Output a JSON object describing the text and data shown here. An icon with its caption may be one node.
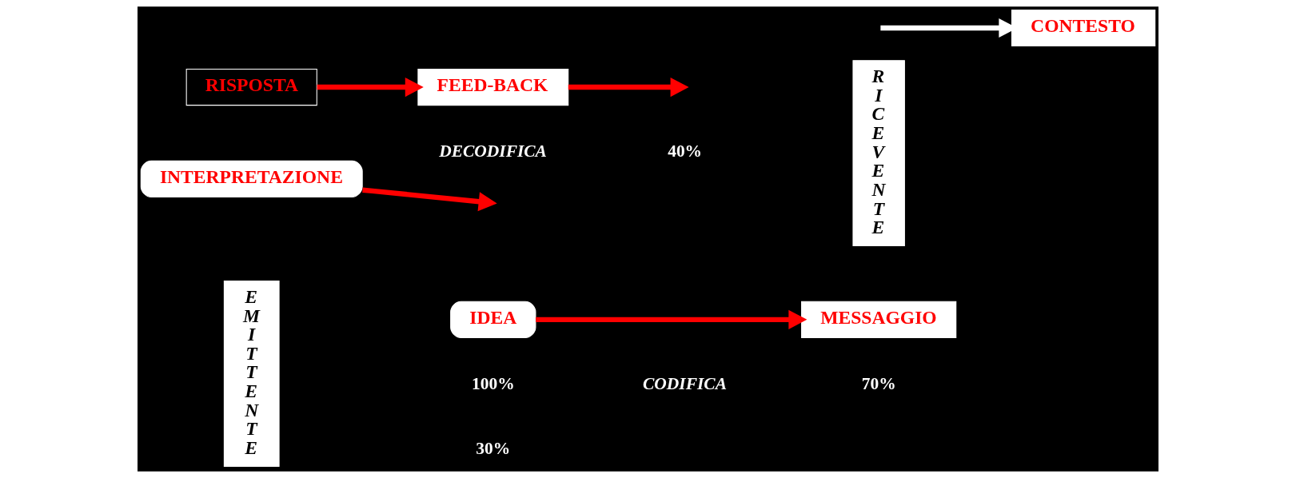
{
  "diagram": {
    "nodes": [
      {
        "text": [
          "EMITTENTE"
        ]
      },
      {
        "text": [
          "IDEA"
        ]
      },
      {
        "text": [
          "MESSAGGIO"
        ]
      },
      {
        "text": [
          "INTERPRETAZIONE"
        ]
      },
      {
        "text": [
          "RICEVENTE"
        ]
      },
      {
        "text": [
          "CONTESTO"
        ]
      },
      {
        "text": [
          "FEED-BACK"
        ]
      },
      {
        "text": [
          "RISPOSTA"
        ]
      }
    ],
    "edges": [
      {
        "from": 1,
        "to": 2,
        "arrow": "to"
      },
      {
        "from": 3,
        "to": null,
        "arrow": "to"
      },
      {
        "from": null,
        "to": 5,
        "arrow": "to",
        "color": "#ffffff"
      },
      {
        "from": 7,
        "to": 6,
        "arrow": "to"
      },
      {
        "from": 6,
        "to": null,
        "arrow": "to"
      }
    ],
    "labels": [
      "100%",
      "CODIFICA",
      "70%",
      "DECODIFICA",
      "40%",
      "30%"
    ]
  }
}
